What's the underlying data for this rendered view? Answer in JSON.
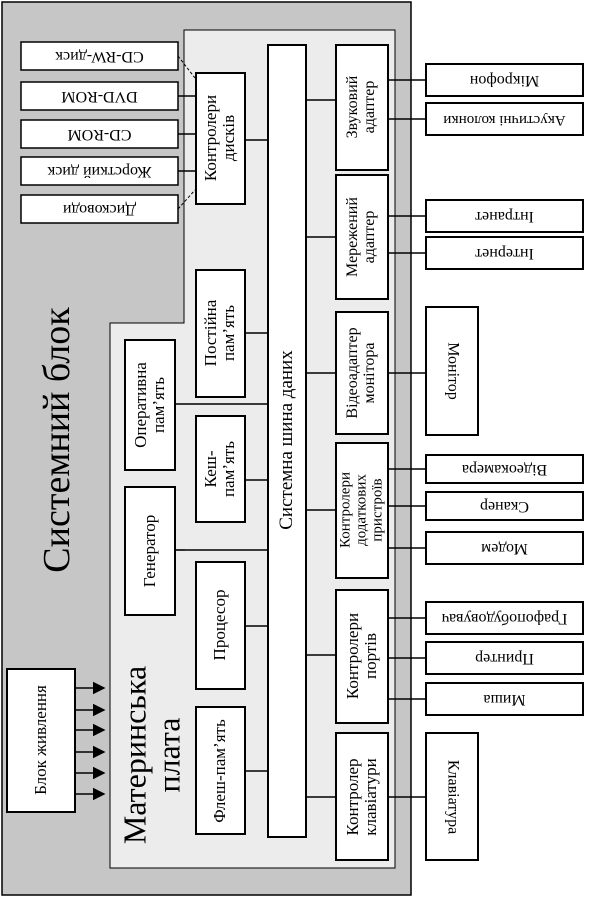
{
  "system_unit": {
    "label": "Системний блок"
  },
  "motherboard": {
    "label": "Материнська плата"
  },
  "power_supply": {
    "label": "Блок живлення"
  },
  "bus": {
    "label": "Системна шина даних"
  },
  "disk_controllers": {
    "label": "Контролери дисків"
  },
  "left_components": {
    "rom": "Постійна пам’ять",
    "ram": "Оперативна пам’ять",
    "cache": "Кеш-пам’ять",
    "generator": "Генератор",
    "cpu": "Процесор",
    "flash": "Флеш-пам’ять"
  },
  "drives": [
    "CD-RW-диск",
    "DVD-ROM",
    "CD-ROM",
    "Жорсткий диск",
    "Дисководи"
  ],
  "controllers": {
    "sound": "Звуковий адаптер",
    "network": "Мережений адаптер",
    "video": "Відеоадаптер монітора",
    "extra": "Контролери додаткових пристроїв",
    "ports": "Контролери портів",
    "keyboard_ctrl": "Контролер клавіатури"
  },
  "devices": {
    "microphone": "Мікрофон",
    "speakers": "Акустичні колонки",
    "intranet": "Інтранет",
    "internet": "Інтернет",
    "monitor": "Монітор",
    "camera": "Відеокамера",
    "scanner": "Сканер",
    "modem": "Модем",
    "plotter": "Графопобудовувач",
    "printer": "Принтер",
    "mouse": "Миша",
    "keyboard": "Клавіатура"
  }
}
